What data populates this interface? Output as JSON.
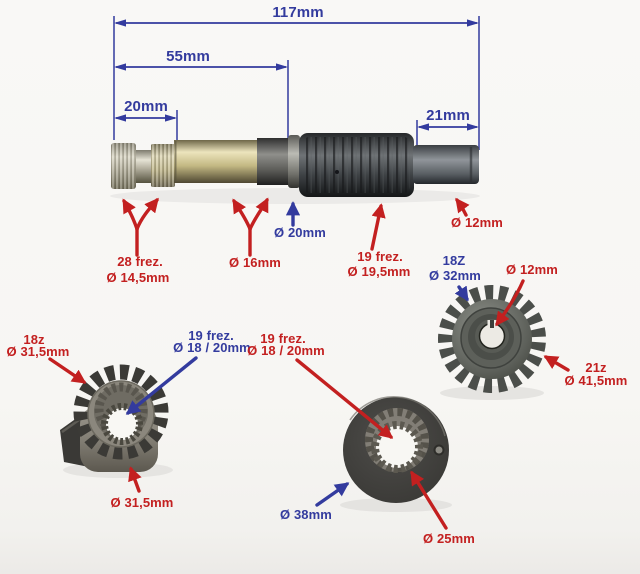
{
  "palette": {
    "annotation_blue": "#333b9e",
    "annotation_red": "#c32020",
    "background": "#f8f7f4"
  },
  "shaft": {
    "dims": {
      "total": "117mm",
      "mid": "55mm",
      "left": "20mm",
      "right": "21mm"
    },
    "callouts": {
      "spline28_line1": "28 frez.",
      "spline28_line2": "Ø 14,5mm",
      "d16": "Ø 16mm",
      "d20": "Ø 20mm",
      "spline19_line1": "19 frez.",
      "spline19_line2": "Ø 19,5mm",
      "d12": "Ø 12mm"
    }
  },
  "gear_right": {
    "teeth_inner": "18Z",
    "teeth_inner_d": "Ø 32mm",
    "bore_d": "Ø 12mm",
    "teeth_outer": "21z",
    "outer_d": "Ø 41,5mm"
  },
  "ratchet_left": {
    "teeth": "18z",
    "teeth_d": "Ø 31,5mm",
    "spline_line1": "19 frez.",
    "spline_line2": "Ø 18 / 20mm",
    "body_d": "Ø 31,5mm"
  },
  "spline_washer": {
    "spline_line1": "19 frez.",
    "spline_line2": "Ø 18 / 20mm",
    "outer_d": "Ø 38mm",
    "hub_d": "Ø 25mm"
  }
}
